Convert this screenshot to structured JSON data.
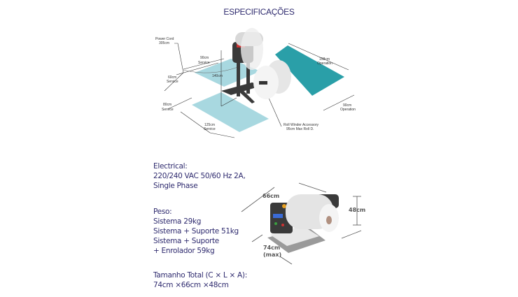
{
  "title": "ESPECIFICAÇÕES",
  "layout_diagram": {
    "power_cord": {
      "label": "Power Cord",
      "value": "305cm"
    },
    "service_top": {
      "value": "90cm",
      "label": "Service"
    },
    "service_left": {
      "value": "60cm",
      "label": "Service"
    },
    "service_lower_left": {
      "value": "80cm",
      "label": "Service"
    },
    "service_bottom": {
      "value": "125cm",
      "label": "Service"
    },
    "height": {
      "value": "140cm"
    },
    "operation_length": {
      "value": "158cm",
      "label": "Operation"
    },
    "operation_width": {
      "value": "90cm",
      "label": "Operation"
    },
    "roll_winder": {
      "line1": "Roll Winder Accessory",
      "line2": "95cm Max Roll D."
    },
    "colors": {
      "service_area": "#a8d8e0",
      "operation_area": "#2a9fa8",
      "stand": "#3a3a3a"
    }
  },
  "specs": {
    "electrical": {
      "heading": "Electrical:",
      "line1": "220/240 VAC 50/60 Hz 2A,",
      "line2": "Single Phase"
    },
    "weight": {
      "heading": "Peso:",
      "line1": "Sistema 29kg",
      "line2": "Sistema + Suporte 51kg",
      "line3": "Sistema + Suporte",
      "line4": "+ Enrolador 59kg"
    },
    "size": {
      "heading": "Tamanho Total (C × L × A):",
      "value": "74cm ×66cm ×48cm"
    }
  },
  "machine_diagram": {
    "width_label": "66cm",
    "height_label": "48cm",
    "length_label": "74cm",
    "length_note": "(max)"
  }
}
